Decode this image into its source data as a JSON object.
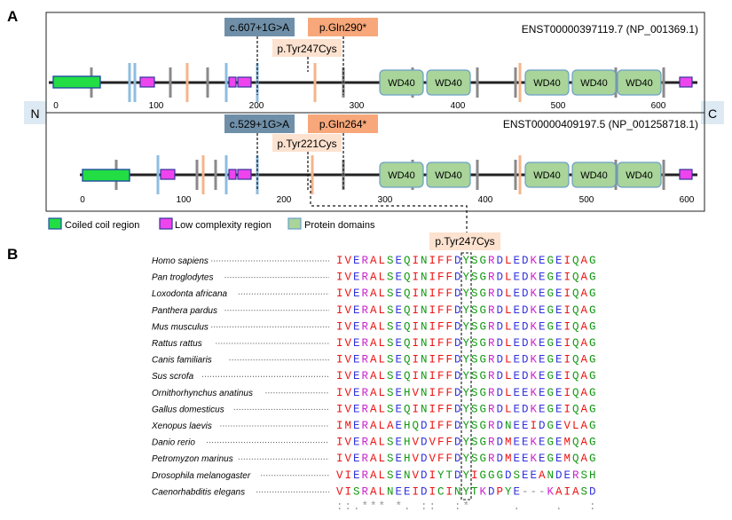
{
  "panel_a_label": "A",
  "panel_b_label": "B",
  "n_label": "N",
  "c_label": "C",
  "colors": {
    "coiled": "#22dd44",
    "coiled_border": "#1f4fa0",
    "lowcomp": "#ee44ee",
    "lowcomp_border": "#333399",
    "domain": "#a9d49a",
    "domain_border": "#6aa0c8",
    "gray_mark": "#8a8a8a",
    "blue_mark": "#8fbde0",
    "orange_mark": "#f5b48a",
    "box_blue": "#6f8fa8",
    "box_orange": "#f7a77a",
    "box_peach": "#fde2cf",
    "panel_side": "#dde9f3",
    "aa_red": "#ee1111",
    "aa_green": "#119911",
    "aa_blue": "#3333dd",
    "aa_magenta": "#cc22cc"
  },
  "track1": {
    "transcript": "ENST00000397119.7 (NP_001369.1)",
    "splice": "c.607+1G>A",
    "nonsense": "p.Gln290*",
    "missense": "p.Tyr247Cys",
    "ticks": [
      "0",
      "100",
      "200",
      "300",
      "400",
      "500",
      "600"
    ],
    "domains": [
      "WD40",
      "WD40",
      "WD40",
      "WD40",
      "WD40"
    ]
  },
  "track2": {
    "transcript": "ENST00000409197.5 (NP_001258718.1)",
    "splice": "c.529+1G>A",
    "nonsense": "p.Gln264*",
    "missense": "p.Tyr221Cys",
    "ticks": [
      "0",
      "100",
      "200",
      "300",
      "400",
      "500",
      "600"
    ],
    "domains": [
      "WD40",
      "WD40",
      "WD40",
      "WD40",
      "WD40"
    ]
  },
  "legend": {
    "coiled": "Coiled coil region",
    "lowcomp": "Low complexity region",
    "domains": "Protein domains"
  },
  "alignment_label": "p.Tyr247Cys",
  "species": [
    {
      "name": "Homo sapiens",
      "seq": "IVERALSEQINIFFDYSGRDLEDKEGEIQAG"
    },
    {
      "name": "Pan troglodytes",
      "seq": "IVERALSEQINIFFDYSGRDLEDKEGEIQAG"
    },
    {
      "name": "Loxodonta africana",
      "seq": "IVERALSEQINIFFDYSGRDLEDKEGEIQAG"
    },
    {
      "name": "Panthera pardus",
      "seq": "IVERALSEQINIFFDYSGRDLEDKEGEIQAG"
    },
    {
      "name": "Mus musculus",
      "seq": "IVERALSEQINIFFDYSGRDLEDKEGEIQAG"
    },
    {
      "name": "Rattus rattus",
      "seq": "IVERALSEQINIFFDYSGRDLEDKEGEIQAG"
    },
    {
      "name": "Canis familiaris",
      "seq": "IVERALSEQINIFFDYSGRDLEDKEGEIQAG"
    },
    {
      "name": "Sus scrofa",
      "seq": "IVERALSEQINIFFDYSGRDLEDKEGEIQAG"
    },
    {
      "name": "Ornithorhynchus anatinus",
      "seq": "IVERALSEHVNIFFDYSGRDLEEKEGEIQAG"
    },
    {
      "name": "Gallus domesticus",
      "seq": "IVERALSEQINIFFDYSGRDLEDKEGEIQAG"
    },
    {
      "name": "Xenopus laevis",
      "seq": "IMERALAEHQDIFFDYSGRDNEEIDGEVLAG"
    },
    {
      "name": "Danio rerio",
      "seq": "IVERALSEHVDVFFDYSGRDMEEKEGEMQAG"
    },
    {
      "name": "Petromyzon marinus",
      "seq": "IVERALSEHVDVFFDYSGRDMEEKEGEMQAG"
    },
    {
      "name": "Drosophila melanogaster",
      "seq": "VIERALSENVDIYTDYIGGGDSEEANDERSH"
    },
    {
      "name": "Caenorhabditis elegans",
      "seq": "VISRALNEEIDICINYTKDPYE---KAIASD"
    }
  ],
  "consensus": "::.*** *. ::  :*     .    .   :"
}
